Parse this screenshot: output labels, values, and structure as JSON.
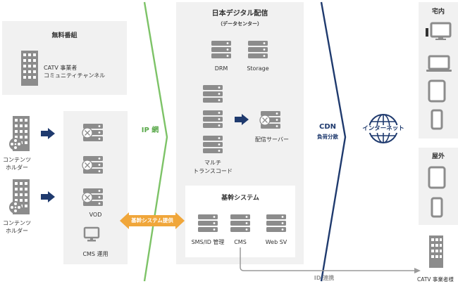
{
  "free": {
    "title": "無料番組",
    "line1": "CATV 事業者",
    "line2": "コミュニティチャンネル"
  },
  "holders": {
    "top": [
      "コンテンツ",
      "ホルダー"
    ],
    "bottom": [
      "コンテンツ",
      "ホルダー"
    ]
  },
  "center_left": {
    "vod": "VOD",
    "cms_ops": "CMS 運用"
  },
  "ip_network": "IP 網",
  "datacenter": {
    "title": "日本デジタル配信",
    "subtitle": "（データセンター）",
    "drm": "DRM",
    "storage": "Storage",
    "multi1": "マルチ",
    "multi2": "トランスコード",
    "dist_server": "配信サーバー"
  },
  "core": {
    "title": "基幹システム",
    "sms": "SMS/ID 管理",
    "cms": "CMS",
    "websv": "Web SV"
  },
  "provide_label": "基幹システム提供",
  "cdn": {
    "title": "CDN",
    "subtitle": "負荷分散"
  },
  "internet": "インターネット",
  "home": {
    "title": "宅内"
  },
  "outdoor": {
    "title": "屋外"
  },
  "catv_user": "CATV 事業者様",
  "id_link": "ID 連携",
  "colors": {
    "panel": "#f1f1f1",
    "navy": "#1f3a6e",
    "green": "#7dc367",
    "orange": "#f0a63a",
    "gray": "#9a9a9a"
  }
}
